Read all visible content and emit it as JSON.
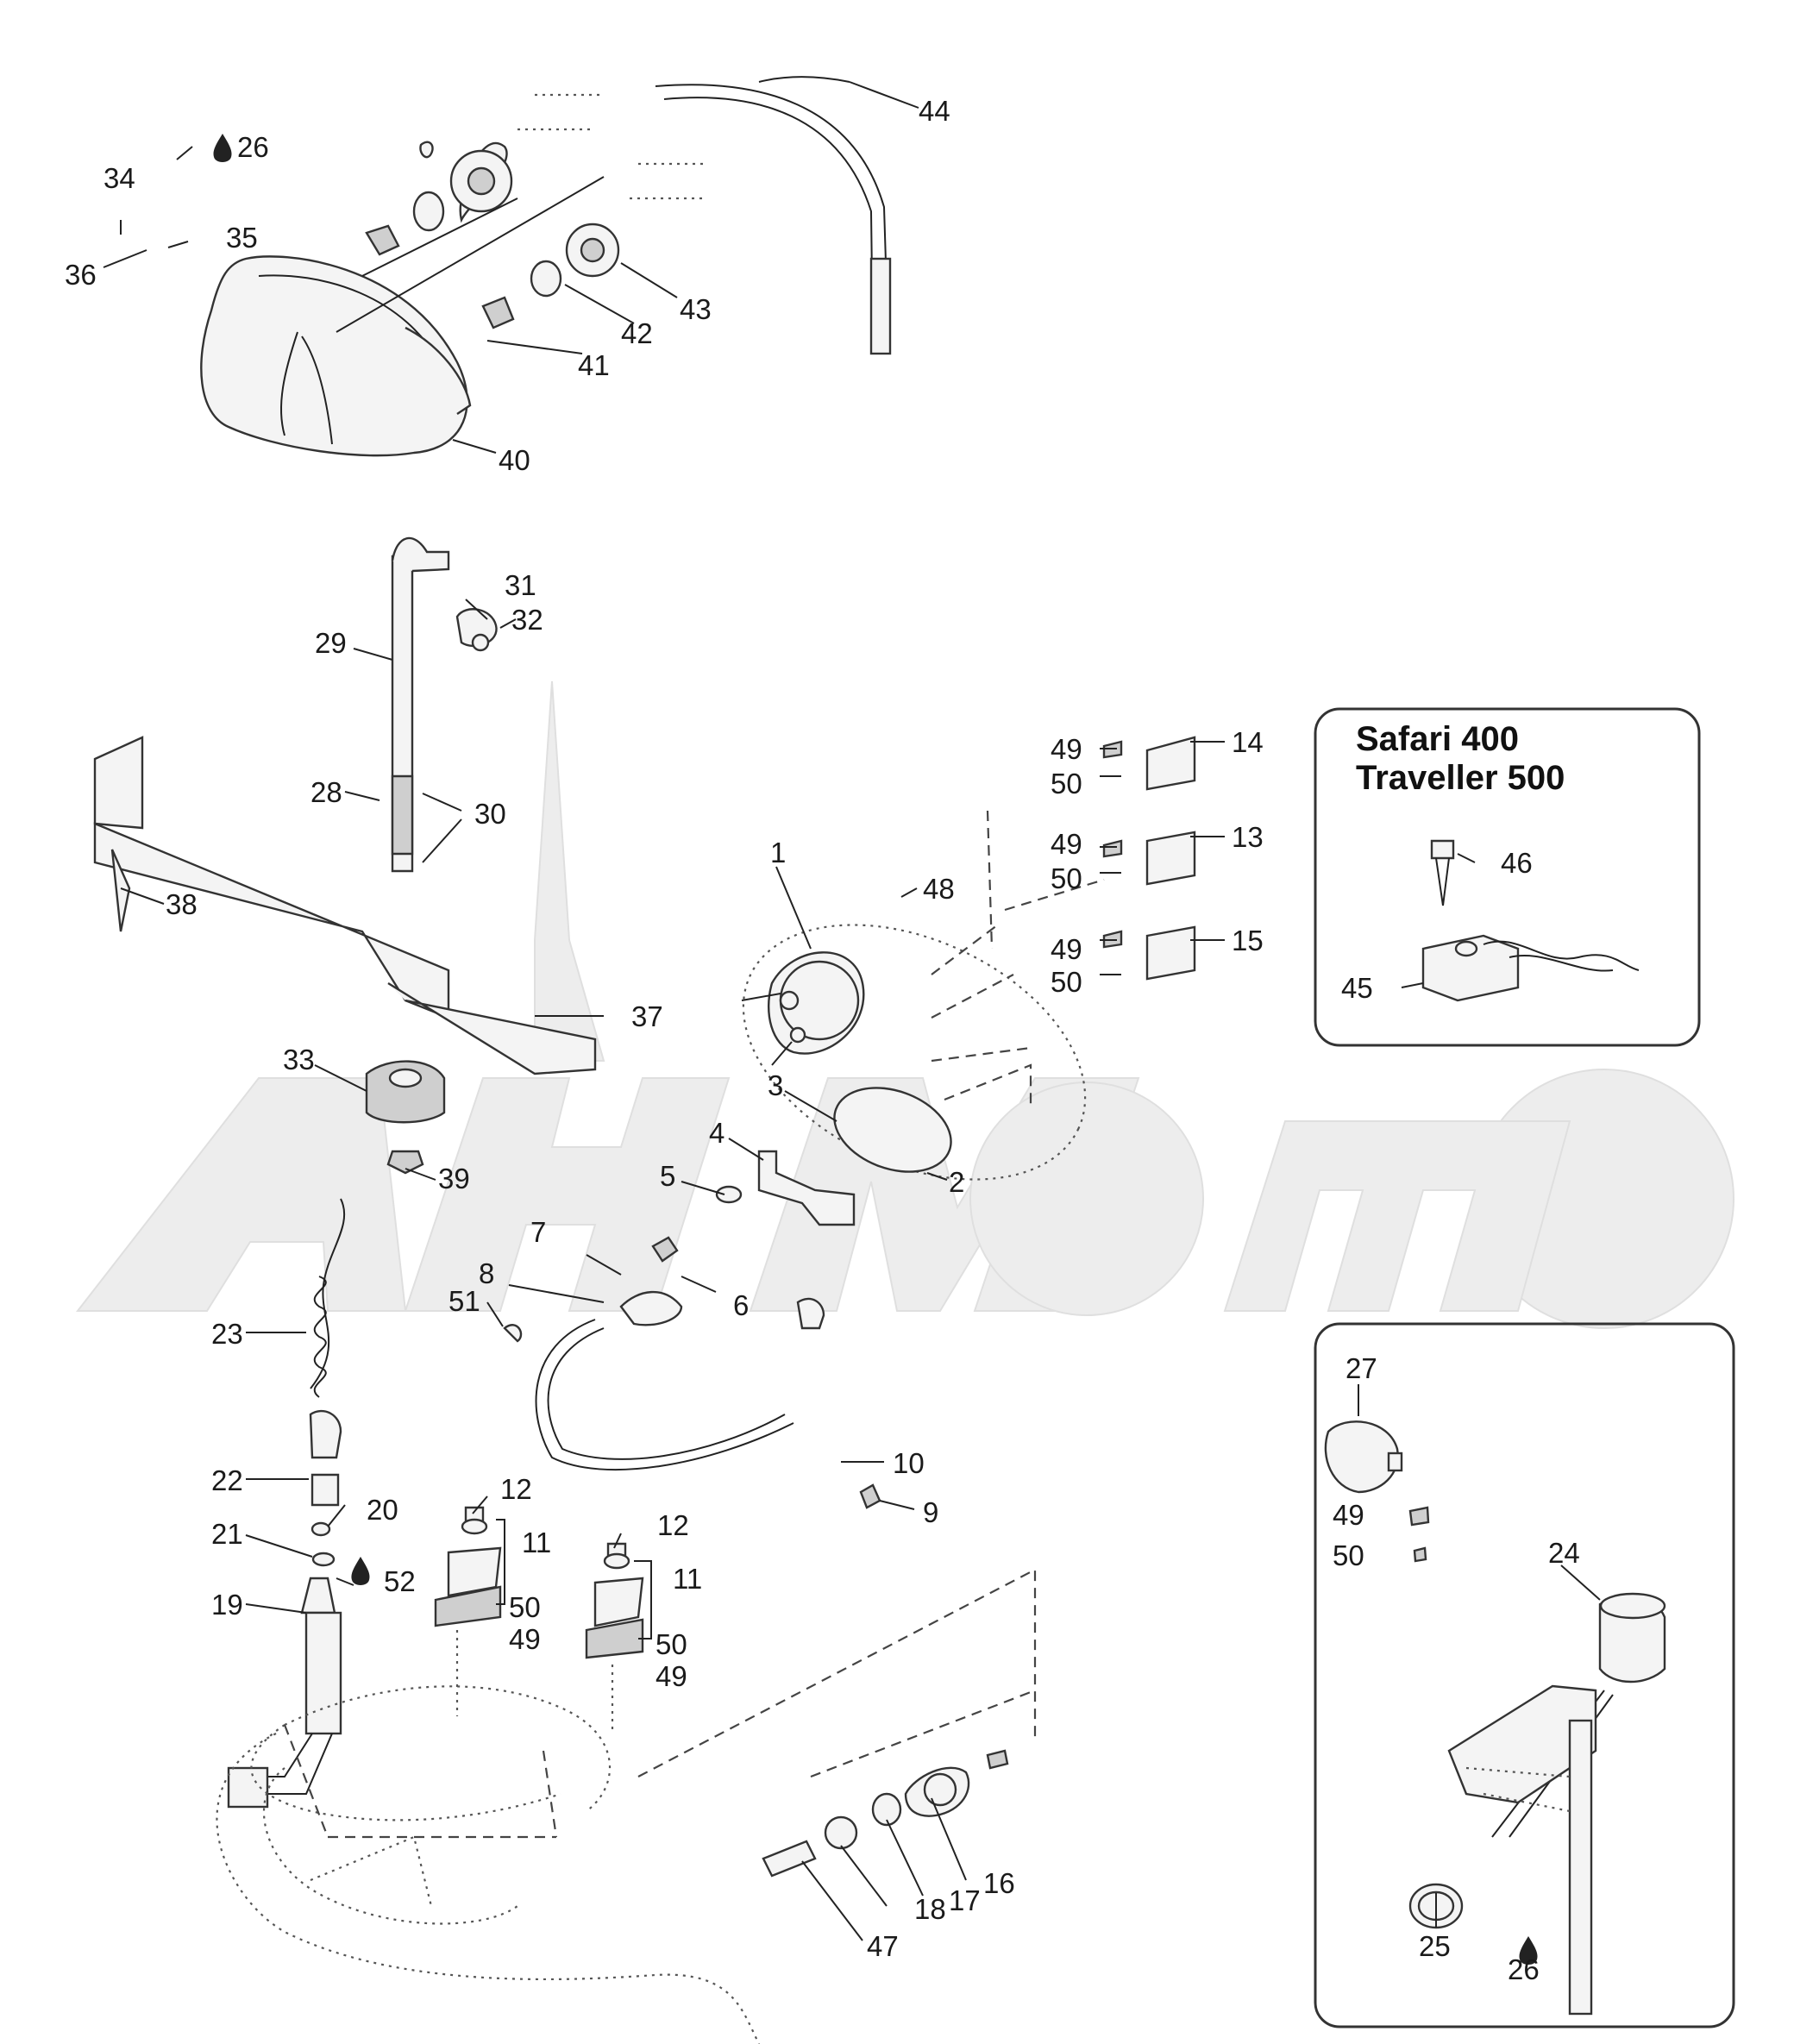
{
  "inset_top": {
    "line1": "Safari 400",
    "line2": "Traveller 500"
  },
  "callouts": [
    {
      "id": "c44",
      "text": "44"
    },
    {
      "id": "c26a",
      "text": "26"
    },
    {
      "id": "c34",
      "text": "34"
    },
    {
      "id": "c35",
      "text": "35"
    },
    {
      "id": "c36",
      "text": "36"
    },
    {
      "id": "c43",
      "text": "43"
    },
    {
      "id": "c42",
      "text": "42"
    },
    {
      "id": "c41",
      "text": "41"
    },
    {
      "id": "c40",
      "text": "40"
    },
    {
      "id": "c31",
      "text": "31"
    },
    {
      "id": "c32",
      "text": "32"
    },
    {
      "id": "c29",
      "text": "29"
    },
    {
      "id": "c28",
      "text": "28"
    },
    {
      "id": "c30",
      "text": "30"
    },
    {
      "id": "c38",
      "text": "38"
    },
    {
      "id": "c37",
      "text": "37"
    },
    {
      "id": "c33",
      "text": "33"
    },
    {
      "id": "c39",
      "text": "39"
    },
    {
      "id": "c14",
      "text": "14"
    },
    {
      "id": "c49a",
      "text": "49"
    },
    {
      "id": "c50a",
      "text": "50"
    },
    {
      "id": "c13",
      "text": "13"
    },
    {
      "id": "c49b",
      "text": "49"
    },
    {
      "id": "c50b",
      "text": "50"
    },
    {
      "id": "c15",
      "text": "15"
    },
    {
      "id": "c49c",
      "text": "49"
    },
    {
      "id": "c50c",
      "text": "50"
    },
    {
      "id": "c1",
      "text": "1"
    },
    {
      "id": "c48",
      "text": "48"
    },
    {
      "id": "c3",
      "text": "3"
    },
    {
      "id": "c2",
      "text": "2"
    },
    {
      "id": "c4",
      "text": "4"
    },
    {
      "id": "c5",
      "text": "5"
    },
    {
      "id": "c6",
      "text": "6"
    },
    {
      "id": "c7",
      "text": "7"
    },
    {
      "id": "c8",
      "text": "8"
    },
    {
      "id": "c51",
      "text": "51"
    },
    {
      "id": "c23",
      "text": "23"
    },
    {
      "id": "c10",
      "text": "10"
    },
    {
      "id": "c9",
      "text": "9"
    },
    {
      "id": "c22",
      "text": "22"
    },
    {
      "id": "c20",
      "text": "20"
    },
    {
      "id": "c21",
      "text": "21"
    },
    {
      "id": "c52",
      "text": "52"
    },
    {
      "id": "c19",
      "text": "19"
    },
    {
      "id": "c12a",
      "text": "12"
    },
    {
      "id": "c11a",
      "text": "11"
    },
    {
      "id": "c50d",
      "text": "50"
    },
    {
      "id": "c49d",
      "text": "49"
    },
    {
      "id": "c12b",
      "text": "12"
    },
    {
      "id": "c11b",
      "text": "11"
    },
    {
      "id": "c50e",
      "text": "50"
    },
    {
      "id": "c49e",
      "text": "49"
    },
    {
      "id": "c16",
      "text": "16"
    },
    {
      "id": "c17",
      "text": "17"
    },
    {
      "id": "c18",
      "text": "18"
    },
    {
      "id": "c47",
      "text": "47"
    },
    {
      "id": "c46",
      "text": "46"
    },
    {
      "id": "c45",
      "text": "45"
    },
    {
      "id": "c27",
      "text": "27"
    },
    {
      "id": "c49f",
      "text": "49"
    },
    {
      "id": "c50f",
      "text": "50"
    },
    {
      "id": "c24",
      "text": "24"
    },
    {
      "id": "c25",
      "text": "25"
    },
    {
      "id": "c26b",
      "text": "26"
    }
  ],
  "icons": {
    "sealant": "drop-icon"
  },
  "colors": {
    "ink": "#222222",
    "watermark": "#e6e6e6",
    "background": "#ffffff"
  }
}
